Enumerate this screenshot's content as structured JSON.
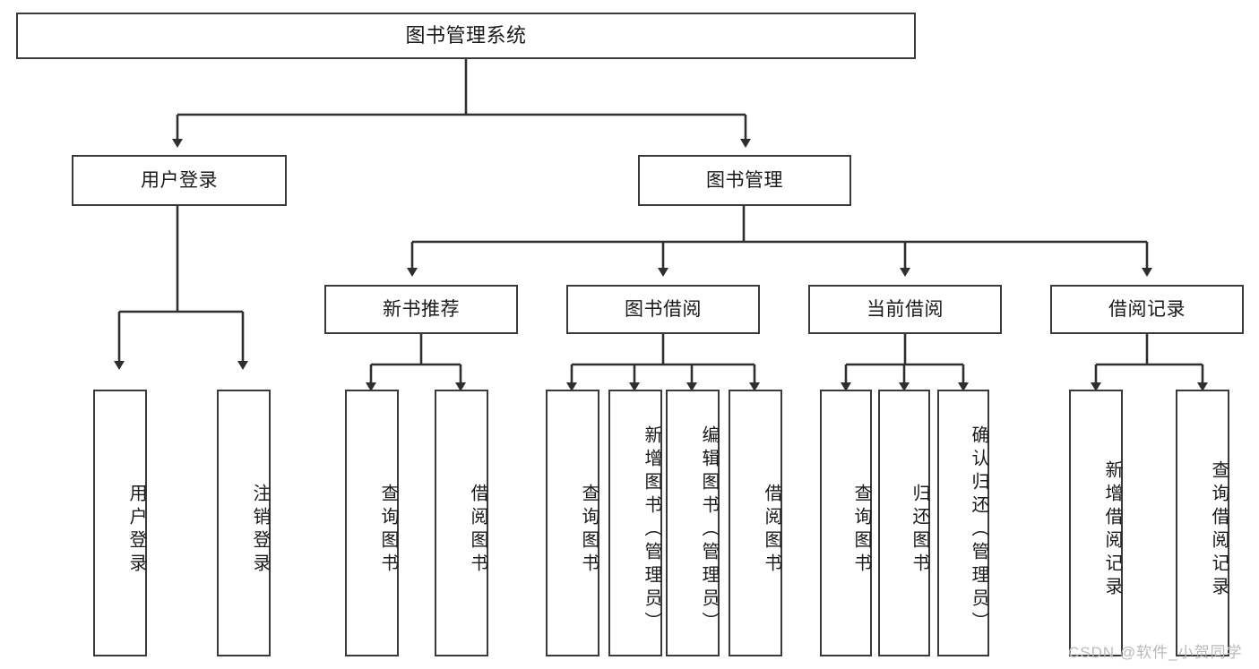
{
  "diagram": {
    "title": "图书管理系统",
    "type": "functional-structure-tree",
    "line_color": "#3a3a3a",
    "box_fill": "#ffffff",
    "text_color": "#1a1a1a",
    "watermark_color": "#b9b9b9"
  },
  "nodes": {
    "root": {
      "label": "图书管理系统"
    },
    "level1": [
      {
        "label": "用户登录"
      },
      {
        "label": "图书管理"
      }
    ],
    "level2": [
      {
        "label": "新书推荐"
      },
      {
        "label": "图书借阅"
      },
      {
        "label": "当前借阅"
      },
      {
        "label": "借阅记录"
      }
    ],
    "leaves": {
      "user_login": [
        {
          "label": "用户登录"
        },
        {
          "label": "注销登录"
        }
      ],
      "new_book_recommend": [
        {
          "label": "查询图书"
        },
        {
          "label": "借阅图书"
        }
      ],
      "book_borrow": [
        {
          "label": "查询图书"
        },
        {
          "label": "新增图书（管理员）"
        },
        {
          "label": "编辑图书（管理员）"
        },
        {
          "label": "借阅图书"
        }
      ],
      "current_borrow": [
        {
          "label": "查询图书"
        },
        {
          "label": "归还图书"
        },
        {
          "label": "确认归还（管理员）"
        }
      ],
      "borrow_record": [
        {
          "label": "新增借阅记录"
        },
        {
          "label": "查询借阅记录"
        }
      ]
    }
  },
  "watermark": {
    "text": "CSDN @软件_小贺同学"
  }
}
